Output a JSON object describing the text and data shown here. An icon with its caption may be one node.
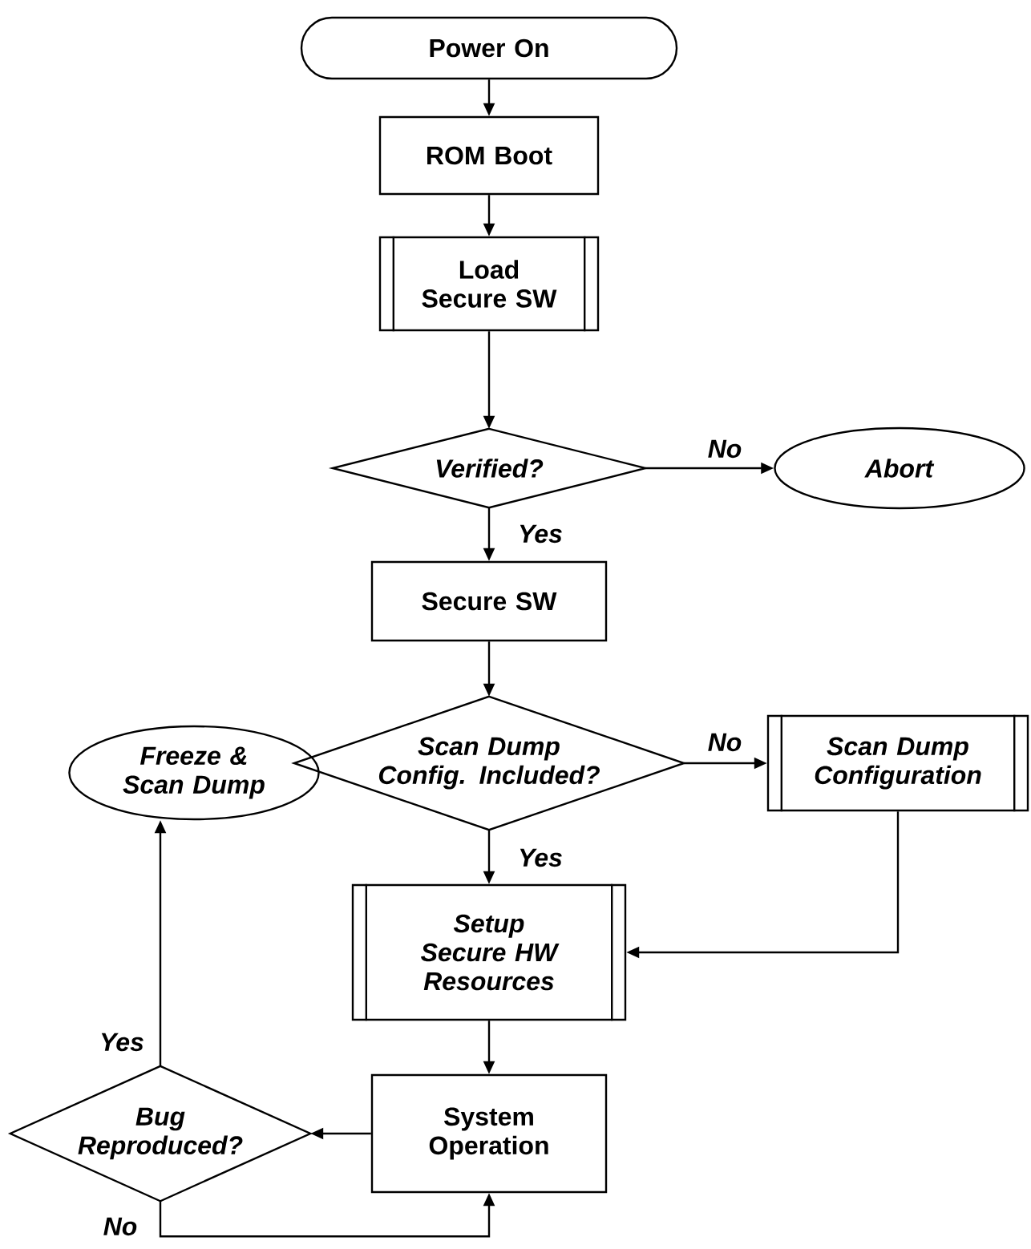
{
  "diagram": {
    "nodes": [
      {
        "text": [
          "Power On"
        ]
      },
      {
        "text": [
          "ROM Boot"
        ]
      },
      {
        "text": [
          "Load Secure SW"
        ]
      },
      {
        "text": [
          "*Verified?*"
        ]
      },
      {
        "text": [
          "*Abort*"
        ]
      },
      {
        "text": [
          "Secure SW"
        ]
      },
      {
        "text": [
          "*Scan Dump Config. Included?*"
        ]
      },
      {
        "text": [
          "*Scan Dump Configuration*"
        ]
      },
      {
        "text": [
          "*Setup Secure HW Resources*"
        ]
      },
      {
        "text": [
          "*Freeze & Scan Dump*"
        ]
      },
      {
        "text": [
          "*Bug Reproduced?*"
        ]
      },
      {
        "text": [
          "System Operation"
        ]
      }
    ],
    "edges": [
      {
        "from": 0,
        "to": 1,
        "arrow": "to"
      },
      {
        "from": 1,
        "to": 2,
        "arrow": "to"
      },
      {
        "from": 2,
        "to": 3,
        "arrow": "to"
      },
      {
        "from": 3,
        "to": 4,
        "arrow": "to",
        "label": "*No*"
      },
      {
        "from": 3,
        "to": 5,
        "arrow": "to",
        "label": "*Yes*"
      },
      {
        "from": 5,
        "to": 6,
        "arrow": "to"
      },
      {
        "from": 6,
        "to": 7,
        "arrow": "to",
        "label": "*No*"
      },
      {
        "from": 6,
        "to": 8,
        "arrow": "to",
        "label": "*Yes*"
      },
      {
        "from": 7,
        "to": 8,
        "arrow": "to"
      },
      {
        "from": 8,
        "to": 11,
        "arrow": "to"
      },
      {
        "from": 11,
        "to": 10,
        "arrow": "to"
      },
      {
        "from": 10,
        "to": 9,
        "arrow": "to",
        "label": "*Yes*"
      },
      {
        "from": 10,
        "to": 11,
        "arrow": "to",
        "label": "*No*"
      }
    ]
  }
}
